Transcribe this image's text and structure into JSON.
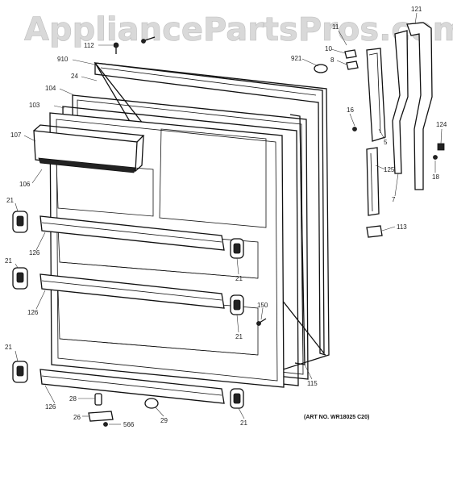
{
  "watermark": "AppliancePartsPros.com",
  "art_number": "(ART NO. WR18025 C20)",
  "callouts": {
    "c121": "121",
    "c112": "112",
    "c11": "11",
    "c910": "910",
    "c10": "10",
    "c921": "921",
    "c8": "8",
    "c24": "24",
    "c104": "104",
    "c103": "103",
    "c16": "16",
    "c5": "5",
    "c124": "124",
    "c107": "107",
    "c125": "125",
    "c18": "18",
    "c106": "106",
    "c7": "7",
    "c21a": "21",
    "c113": "113",
    "c126a": "126",
    "c21b": "21",
    "c21c": "21",
    "c126b": "126",
    "c150": "150",
    "c21d": "21",
    "c21e": "21",
    "c115": "115",
    "c126c": "126",
    "c28": "28",
    "c26": "26",
    "c566": "566",
    "c29": "29",
    "c21f": "21"
  }
}
